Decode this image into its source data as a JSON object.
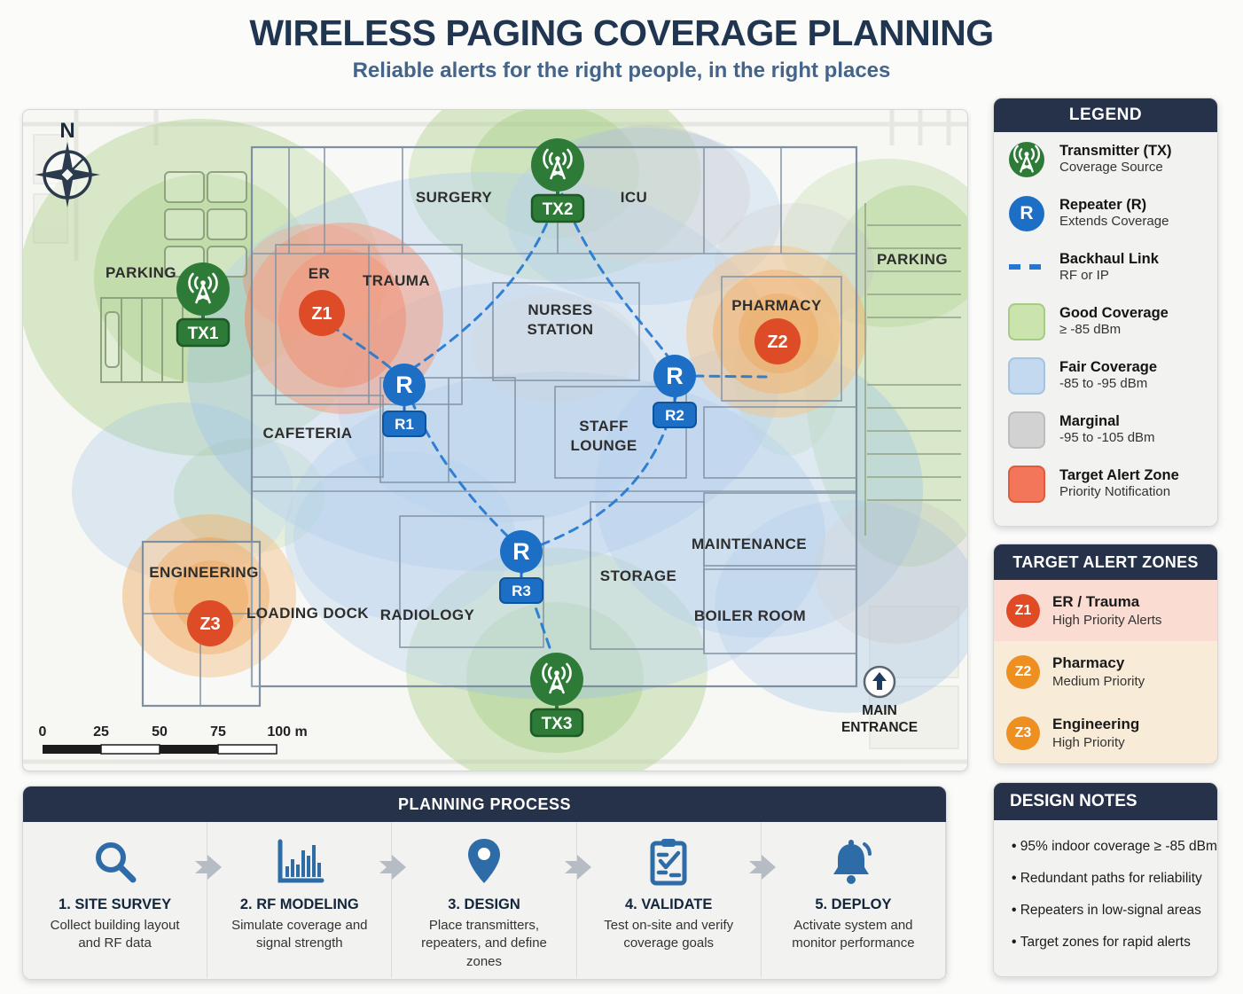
{
  "header": {
    "title": "WIRELESS PAGING COVERAGE PLANNING",
    "subtitle": "Reliable alerts for the right people, in the right places"
  },
  "colors": {
    "navy_header": "#26324a",
    "tx_green": "#2e7b38",
    "repeater_blue": "#1d6fc5",
    "backhaul_blue": "#2478d2",
    "good_coverage": "#cbe3ad",
    "fair_coverage": "#c3d9f0",
    "marginal": "#d2d2d2",
    "target_zone": "#f4765a",
    "zone_badge_red": "#e04b26",
    "zone_badge_orange": "#ee8f22"
  },
  "map": {
    "compass": "N",
    "rooms": {
      "parking_left": "PARKING",
      "parking_right": "PARKING",
      "surgery": "SURGERY",
      "icu": "ICU",
      "er": "ER",
      "trauma": "TRAUMA",
      "nurses_1": "NURSES",
      "nurses_2": "STATION",
      "pharmacy": "PHARMACY",
      "cafeteria": "CAFETERIA",
      "staff_1": "STAFF",
      "staff_2": "LOUNGE",
      "maintenance": "MAINTENANCE",
      "engineering": "ENGINEERING",
      "loading_dock": "LOADING DOCK",
      "radiology": "RADIOLOGY",
      "storage": "STORAGE",
      "boiler_room": "BOILER ROOM"
    },
    "markers": {
      "r": "R",
      "tx1": "TX1",
      "tx2": "TX2",
      "tx3": "TX3",
      "r1": "R1",
      "r2": "R2",
      "r3": "R3",
      "z1": "Z1",
      "z2": "Z2",
      "z3": "Z3"
    },
    "entrance": {
      "line1": "MAIN",
      "line2": "ENTRANCE"
    },
    "scale": {
      "t0": "0",
      "t25": "25",
      "t50": "50",
      "t75": "75",
      "t100": "100 m"
    }
  },
  "legend": {
    "title": "LEGEND",
    "repeater_symbol": "R",
    "items": [
      {
        "name": "Transmitter (TX)",
        "desc": "Coverage Source"
      },
      {
        "name": "Repeater (R)",
        "desc": "Extends Coverage"
      },
      {
        "name": "Backhaul Link",
        "desc": "RF or IP"
      },
      {
        "name": "Good Coverage",
        "desc": "≥ -85 dBm"
      },
      {
        "name": "Fair Coverage",
        "desc": "-85 to -95 dBm"
      },
      {
        "name": "Marginal",
        "desc": "-95 to -105 dBm"
      },
      {
        "name": "Target Alert Zone",
        "desc": "Priority Notification"
      }
    ]
  },
  "zones": {
    "title": "TARGET ALERT ZONES",
    "items": [
      {
        "badge": "Z1",
        "name": "ER / Trauma",
        "desc": "High Priority Alerts"
      },
      {
        "badge": "Z2",
        "name": "Pharmacy",
        "desc": "Medium Priority"
      },
      {
        "badge": "Z3",
        "name": "Engineering",
        "desc": "High Priority"
      }
    ]
  },
  "notes": {
    "title": "DESIGN NOTES",
    "items": [
      "95% indoor coverage ≥ -85 dBm",
      "Redundant paths for reliability",
      "Repeaters in low-signal areas",
      "Target zones for rapid alerts"
    ]
  },
  "process": {
    "title": "PLANNING PROCESS",
    "steps": [
      {
        "label": "1. SITE SURVEY",
        "desc": "Collect building layout and RF data"
      },
      {
        "label": "2. RF MODELING",
        "desc": "Simulate coverage and signal strength"
      },
      {
        "label": "3. DESIGN",
        "desc": "Place transmitters, repeaters, and define zones"
      },
      {
        "label": "4. VALIDATE",
        "desc": "Test on-site and verify coverage goals"
      },
      {
        "label": "5. DEPLOY",
        "desc": "Activate system and monitor performance"
      }
    ]
  }
}
